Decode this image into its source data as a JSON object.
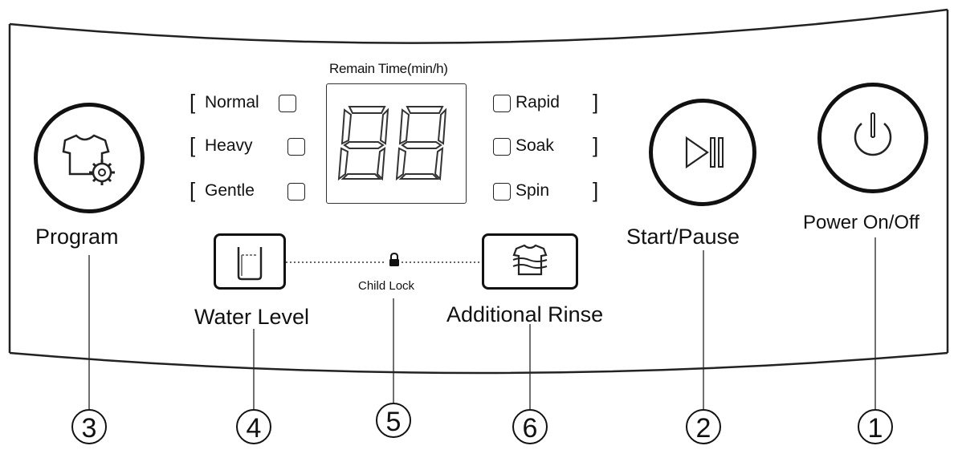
{
  "panel": {
    "remain_time_label": "Remain Time(min/h)",
    "display_digits": "88"
  },
  "programs_left": [
    {
      "label": "Normal"
    },
    {
      "label": "Heavy"
    },
    {
      "label": "Gentle"
    }
  ],
  "programs_right": [
    {
      "label": "Rapid"
    },
    {
      "label": "Soak"
    },
    {
      "label": "Spin"
    }
  ],
  "buttons": {
    "program": {
      "label": "Program",
      "icon": "shirt-gear-icon"
    },
    "start_pause": {
      "label": "Start/Pause",
      "icon": "play-pause-icon"
    },
    "power": {
      "label": "Power On/Off",
      "icon": "power-icon"
    },
    "water_level": {
      "label": "Water Level",
      "icon": "water-level-icon"
    },
    "additional_rinse": {
      "label": "Additional Rinse",
      "icon": "rinse-icon"
    }
  },
  "child_lock": {
    "label": "Child Lock",
    "icon": "lock-icon"
  },
  "callouts": [
    "3",
    "4",
    "5",
    "6",
    "2",
    "1"
  ]
}
